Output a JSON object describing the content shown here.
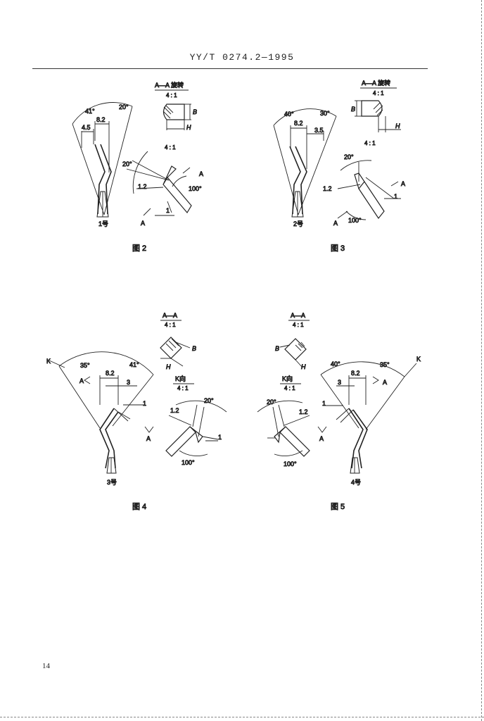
{
  "header": {
    "code": "YY/T 0274.2—1995"
  },
  "fig2": {
    "caption": "图 2",
    "part": "1号",
    "section": "A—A 旋转",
    "section_scale": "4 : 1",
    "detail_scale": "4 : 1",
    "ang_left": "41°",
    "ang_right": "20°",
    "dim_top": "8.2",
    "dim_left": "4.5",
    "label_b": "B",
    "label_h": "H",
    "d_angle": "20°",
    "d_thick": "1.2",
    "d_obtuse": "100°",
    "d_one": "1",
    "arrow_a1": "A",
    "arrow_a2": "A"
  },
  "fig3": {
    "caption": "图 3",
    "part": "2号",
    "section": "A—A 旋转",
    "section_scale": "4 : 1",
    "detail_scale": "4 : 1",
    "ang_left": "40°",
    "ang_right": "30°",
    "dim_top": "8.2",
    "dim_right": "3.5",
    "label_b": "B",
    "label_h": "H",
    "d_angle": "20°",
    "d_thick": "1.2",
    "d_obtuse": "100°",
    "d_one": "1",
    "arrow_a1": "A",
    "arrow_a2": "A"
  },
  "fig4": {
    "caption": "图 4",
    "part": "3号",
    "section": "A—A",
    "section_scale": "4 : 1",
    "view": "K向",
    "view_scale": "4 : 1",
    "label_k": "K",
    "ang_left": "35°",
    "ang_right": "41°",
    "dim_top": "8.2",
    "dim_right": "3",
    "label_one": "1",
    "label_b": "B",
    "label_h": "H",
    "d_angle": "20°",
    "d_thick": "1.2",
    "d_obtuse": "100°",
    "d_one": "1",
    "arrow_a1": "A",
    "arrow_a2": "A"
  },
  "fig5": {
    "caption": "图 5",
    "part": "4号",
    "section": "A—A",
    "section_scale": "4 : 1",
    "view": "K向",
    "view_scale": "4 : 1",
    "label_k": "K",
    "ang_left": "40°",
    "ang_right": "35°",
    "dim_top": "8.2",
    "dim_left": "3",
    "label_one": "1",
    "label_b": "B",
    "label_h": "H",
    "d_angle": "20°",
    "d_thick": "1.2",
    "d_obtuse": "100°",
    "arrow_a1": "A",
    "arrow_a2": "A"
  },
  "page_number": "14"
}
